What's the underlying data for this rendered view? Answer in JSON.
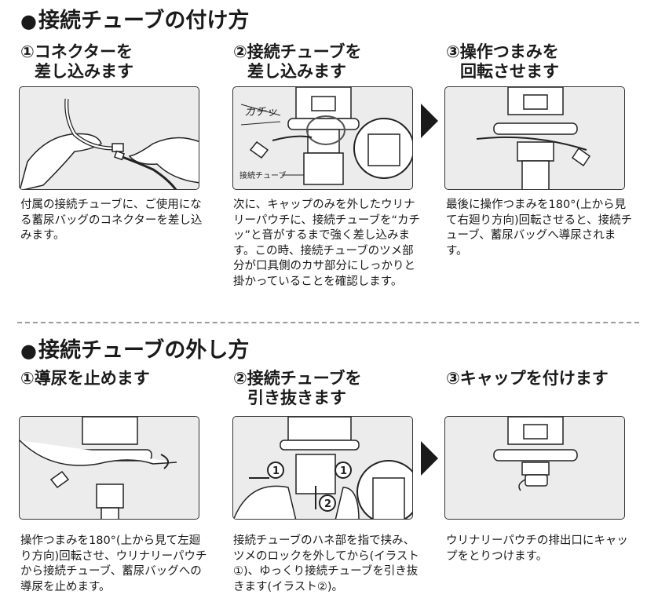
{
  "section1": {
    "title": "接続チューブの付け方",
    "steps": [
      {
        "title_line1": "①コネクターを",
        "title_line2": "差し込みます",
        "desc": "付属の接続チューブに、ご使用になる蓄尿バッグのコネクターを差し込みます。"
      },
      {
        "title_line1": "②接続チューブを",
        "title_line2": "差し込みます",
        "callout_click": "カチッ",
        "callout_tube": "接続チューブ",
        "desc": "次に、キャップのみを外したウリナリーパウチに、接続チューブを“カチッ”と音がするまで強く差し込みます。この時、接続チューブのツメ部分が口具側のカサ部分にしっかりと掛かっていることを確認します。"
      },
      {
        "title_line1": "③操作つまみを",
        "title_line2": "回転させます",
        "desc": "最後に操作つまみを180°(上から見て右廻り方向)回転させると、接続チューブ、蓄尿バッグへ導尿されます。"
      }
    ]
  },
  "section2": {
    "title": "接続チューブの外し方",
    "steps": [
      {
        "title_line1": "①導尿を止めます",
        "title_line2": "",
        "desc": "操作つまみを180°(上から見て左廻り方向)回転させ、ウリナリーパウチから接続チューブ、蓄尿バッグへの導尿を止めます。"
      },
      {
        "title_line1": "②接続チューブを",
        "title_line2": "引き抜きます",
        "marker_1": "1",
        "marker_2": "2",
        "desc": "接続チューブのハネ部を指で挟み、ツメのロックを外してから(イラスト①)、ゆっくり接続チューブを引き抜きます(イラスト②)。"
      },
      {
        "title_line1": "③キャップを付けます",
        "title_line2": "",
        "desc": "ウリナリーパウチの排出口にキャップをとりつけます。"
      }
    ]
  },
  "icons": {
    "bullet": "●",
    "arrow": "right-triangle-arrow-icon"
  }
}
